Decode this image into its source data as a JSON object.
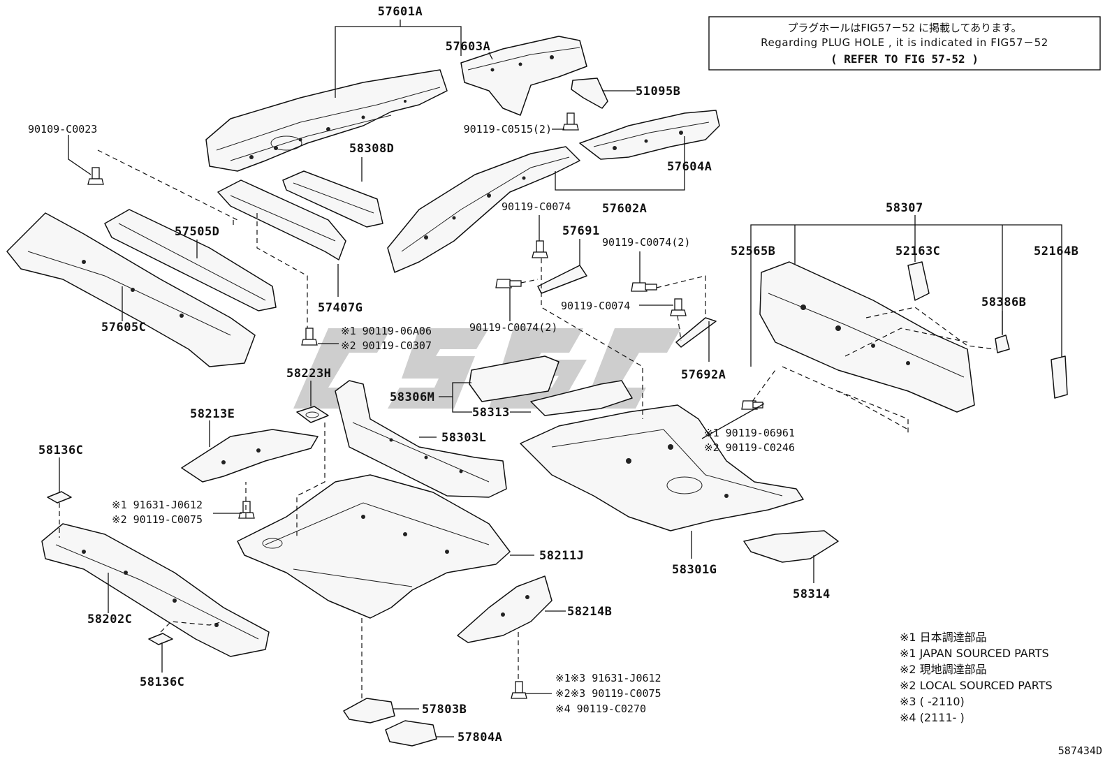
{
  "note": {
    "line1": "プラグホールはFIG57－52 に掲載してあります。",
    "line2": "Regarding PLUG HOLE , it is indicated in FIG57－52",
    "line3": "(  REFER TO FIG 57-52  )"
  },
  "labels": {
    "p57601A": "57601A",
    "p57603A": "57603A",
    "p51095B": "51095B",
    "p90119C0515": "90119-C0515(2)",
    "p57604A": "57604A",
    "p57602A": "57602A",
    "p90109C0023": "90109-C0023",
    "p58308D": "58308D",
    "p57505D": "57505D",
    "p57407G": "57407G",
    "p57605C": "57605C",
    "p90119C0074a": "90119-C0074",
    "p57691": "57691",
    "p90119C0074_2a": "90119-C0074(2)",
    "p90119C0074b": "90119-C0074",
    "p90119C0074_2b": "90119-C0074(2)",
    "p57692A": "57692A",
    "p58307": "58307",
    "p52565B": "52565B",
    "p52163C": "52163C",
    "p52164B": "52164B",
    "p58386B": "58386B",
    "p90119_06A06": "※1 90119-06A06",
    "p90119_C0307": "※2 90119-C0307",
    "p58223H": "58223H",
    "p58306M": "58306M",
    "p58313": "58313",
    "p58213E": "58213E",
    "p58303L": "58303L",
    "p90119_06961": "※1 90119-06961",
    "p90119_C0246": "※2 90119-C0246",
    "p58136Ca": "58136C",
    "p91631_J0612a": "※1 91631-J0612",
    "p90119_C0075a": "※2 90119-C0075",
    "p58211J": "58211J",
    "p58301G": "58301G",
    "p58314": "58314",
    "p58202C": "58202C",
    "p58214B": "58214B",
    "p58136Cb": "58136C",
    "p91631_J0612b": "※1※3 91631-J0612",
    "p90119_C0075b": "※2※3 90119-C0075",
    "p90119_C0270": "※4 90119-C0270",
    "p57803B": "57803B",
    "p57804A": "57804A",
    "figure_no": "587434D"
  },
  "legend": [
    "※1 日本調達部品",
    "※1 JAPAN SOURCED PARTS",
    "※2 現地調達部品",
    "※2 LOCAL SOURCED PARTS",
    "※3 (       -2110)",
    "※4 (2111-       )"
  ],
  "watermark": "CSGC"
}
